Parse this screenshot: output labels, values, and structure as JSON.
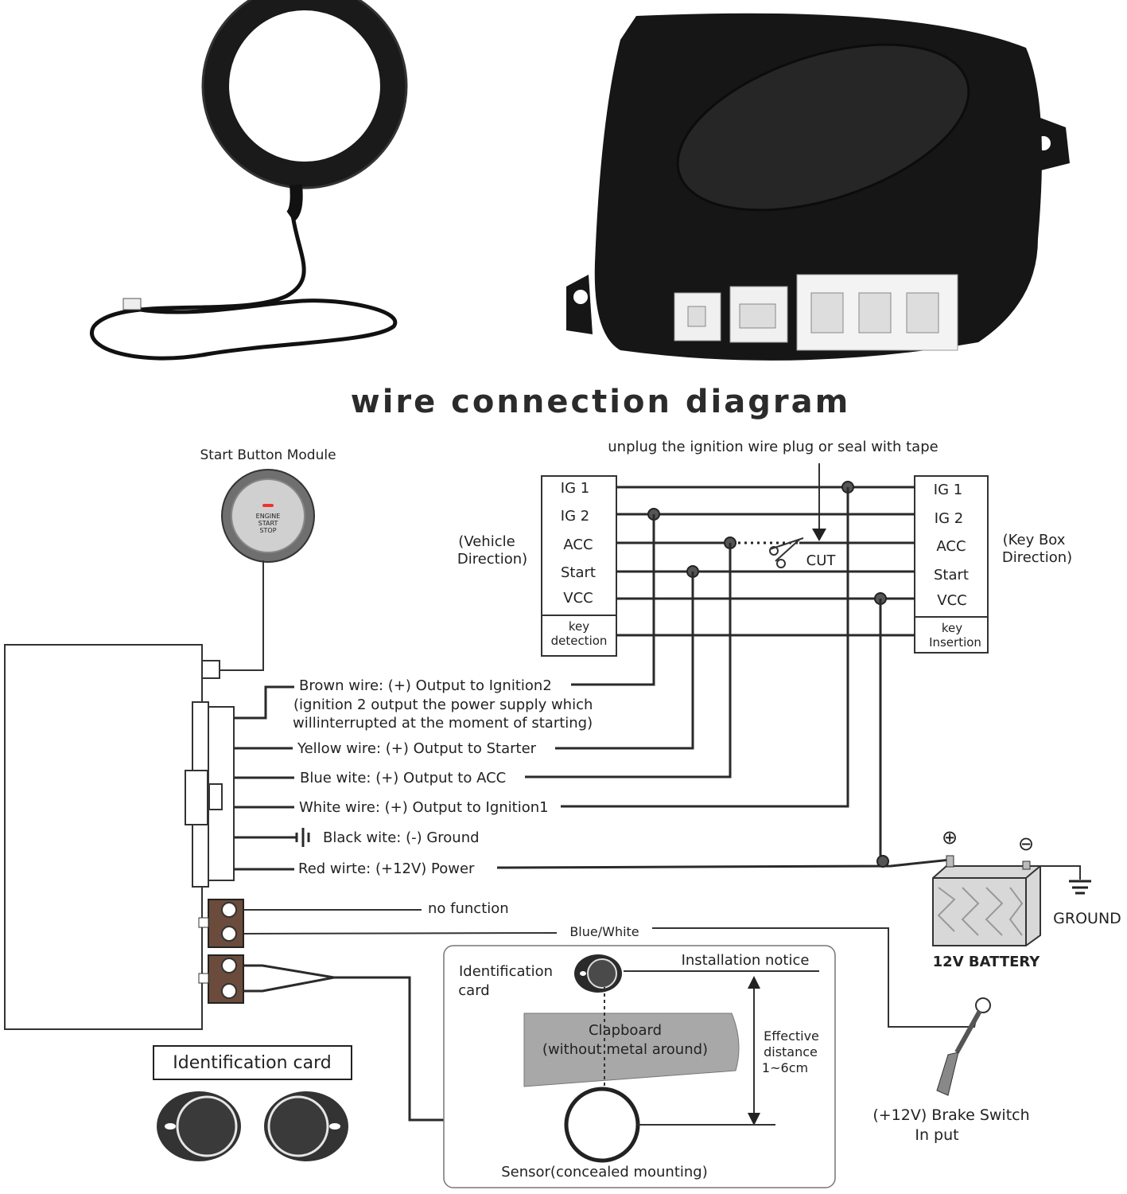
{
  "title": "wire connection diagram",
  "start_button_module": {
    "label": "Start Button Module",
    "button_text": [
      "ENGINE",
      "START",
      "STOP"
    ]
  },
  "harness": {
    "note": "unplug the ignition wire plug or seal with tape",
    "vehicle_direction": [
      "(Vehicle",
      "Direction)"
    ],
    "key_box_direction": [
      "(Key Box",
      "Direction)"
    ],
    "left_pins": [
      "IG 1",
      "IG 2",
      "ACC",
      "Start",
      "VCC"
    ],
    "right_pins": [
      "IG 1",
      "IG 2",
      "ACC",
      "Start",
      "VCC"
    ],
    "left_extra": [
      "key",
      "detection"
    ],
    "right_extra": [
      "key",
      "Insertion"
    ],
    "cut_label": "CUT"
  },
  "wires": {
    "brown_1": "Brown wire:  (+) Output to Ignition2",
    "brown_2": "(ignition 2 output the power supply which",
    "brown_3": "willinterrupted at the moment of starting)",
    "yellow": "Yellow wire:  (+) Output to Starter",
    "blue": "Blue wite:  (+) Output to ACC",
    "white": "White wire: (+) Output to Ignition1",
    "black": "Black wite: (-) Ground",
    "red": "Red wirte:  (+12V) Power",
    "no_function": "no function",
    "blue_white": "Blue/White"
  },
  "battery": {
    "label": "12V BATTERY",
    "plus": "⊕",
    "minus": "⊖",
    "ground": "GROUND"
  },
  "installation": {
    "id_card": [
      "Identification",
      "card"
    ],
    "notice": "Installation notice",
    "clapboard": [
      "Clapboard",
      "(without metal around)"
    ],
    "distance": [
      "Effective",
      "distance",
      "1~6cm"
    ],
    "sensor": "Sensor(concealed mounting)"
  },
  "brake": [
    "(+12V) Brake Switch",
    "In put"
  ],
  "id_card_title": "Identification card"
}
